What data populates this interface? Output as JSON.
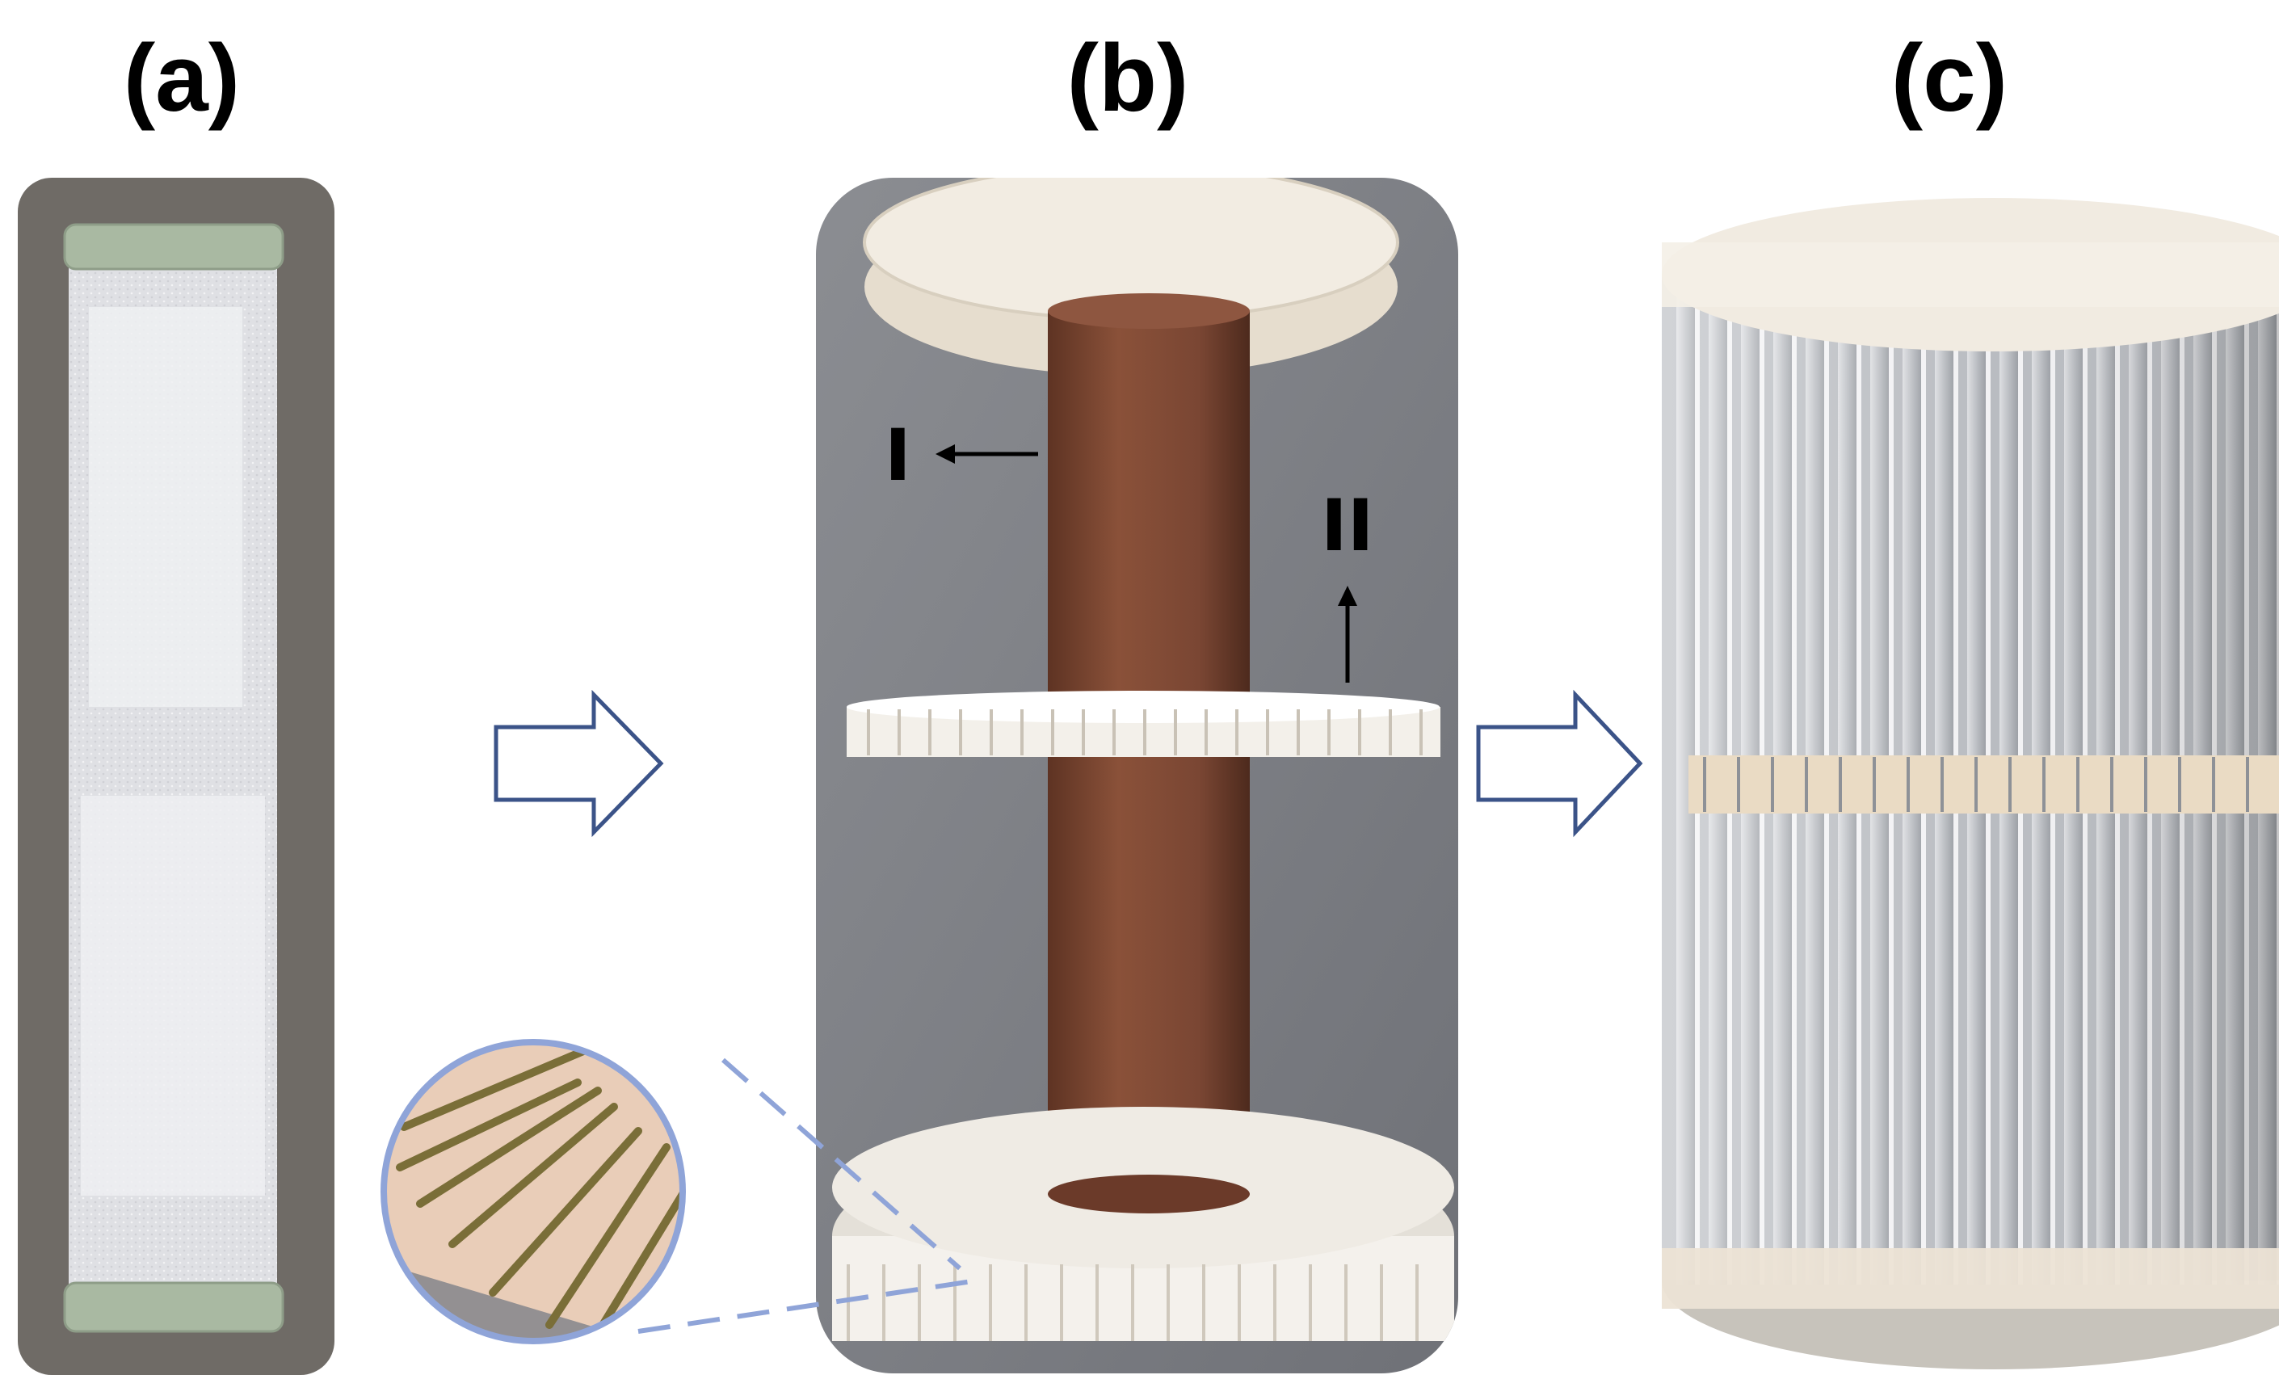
{
  "panels": [
    {
      "label": "(a)"
    },
    {
      "label": "(b)"
    },
    {
      "label": "(c)"
    }
  ],
  "annotations": {
    "marker_1": "I",
    "marker_2": "II"
  },
  "colors": {
    "background": "#ffffff",
    "arrow_outline": "#3b5388",
    "brown_tube": "#7a4633",
    "spool_disc": "#efe9df",
    "fabric": "#dcdde2",
    "pleat_gray": "#9ea2a8",
    "magnifier_ring": "#8fa4d8",
    "roller_green": "#a9b9a2"
  }
}
